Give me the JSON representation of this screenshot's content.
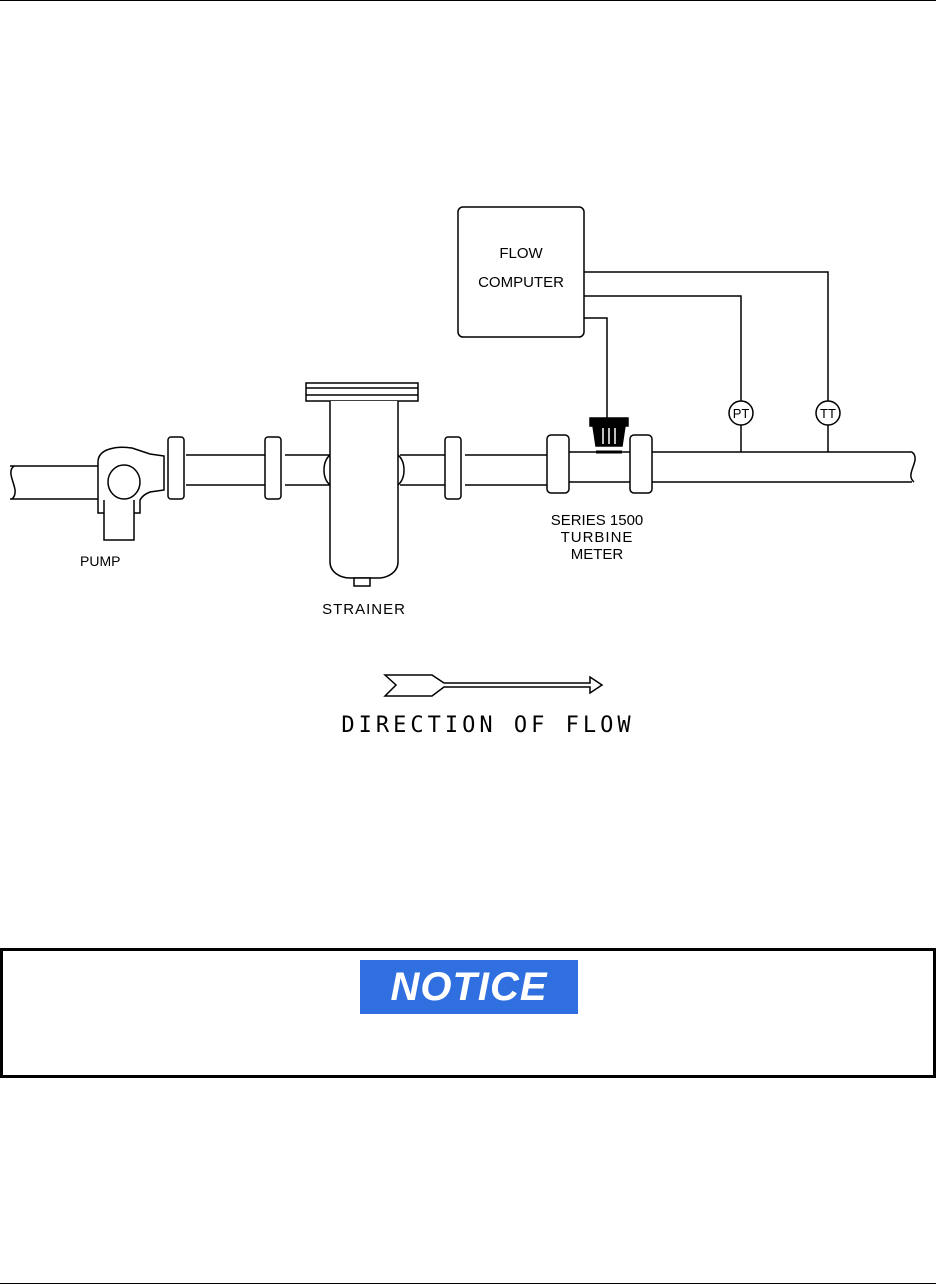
{
  "diagram": {
    "flow_computer_line1": "FLOW",
    "flow_computer_line2": "COMPUTER",
    "pt_label": "PT",
    "tt_label": "TT",
    "pump_label": "PUMP",
    "strainer_label": "STRAINER",
    "meter_line1": "SERIES 1500",
    "meter_line2": "TURBINE",
    "meter_line3": "METER",
    "flow_direction_label": "DIRECTION OF FLOW"
  },
  "notice": {
    "badge_text": "NOTICE",
    "badge_color": "#2f6fe0"
  }
}
